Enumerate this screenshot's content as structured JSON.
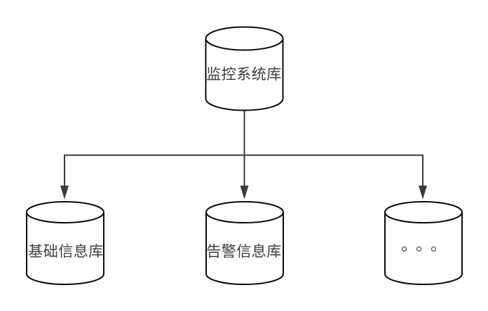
{
  "diagram": {
    "title": "database-hierarchy-diagram",
    "background_color": "#ffffff",
    "shape_stroke_color": "#0a0a0a",
    "connector_color": "#3b3b3b",
    "text_color": "#3d3d3d",
    "nodes": [
      {
        "id": "monitoring-db",
        "shape": "cylinder",
        "label": "监控系统库",
        "role": "root"
      },
      {
        "id": "basic-info-db",
        "shape": "cylinder",
        "label": "基础信息库",
        "role": "child"
      },
      {
        "id": "alarm-info-db",
        "shape": "cylinder",
        "label": "告警信息库",
        "role": "child"
      },
      {
        "id": "more-db",
        "shape": "cylinder",
        "label": "。。。",
        "icon": "ellipsis-dots",
        "role": "child"
      }
    ],
    "edges": [
      {
        "from": "monitoring-db",
        "to": "basic-info-db",
        "style": "orthogonal",
        "arrow": "filled-triangle"
      },
      {
        "from": "monitoring-db",
        "to": "alarm-info-db",
        "style": "orthogonal",
        "arrow": "filled-triangle"
      },
      {
        "from": "monitoring-db",
        "to": "more-db",
        "style": "orthogonal",
        "arrow": "filled-triangle"
      }
    ]
  }
}
